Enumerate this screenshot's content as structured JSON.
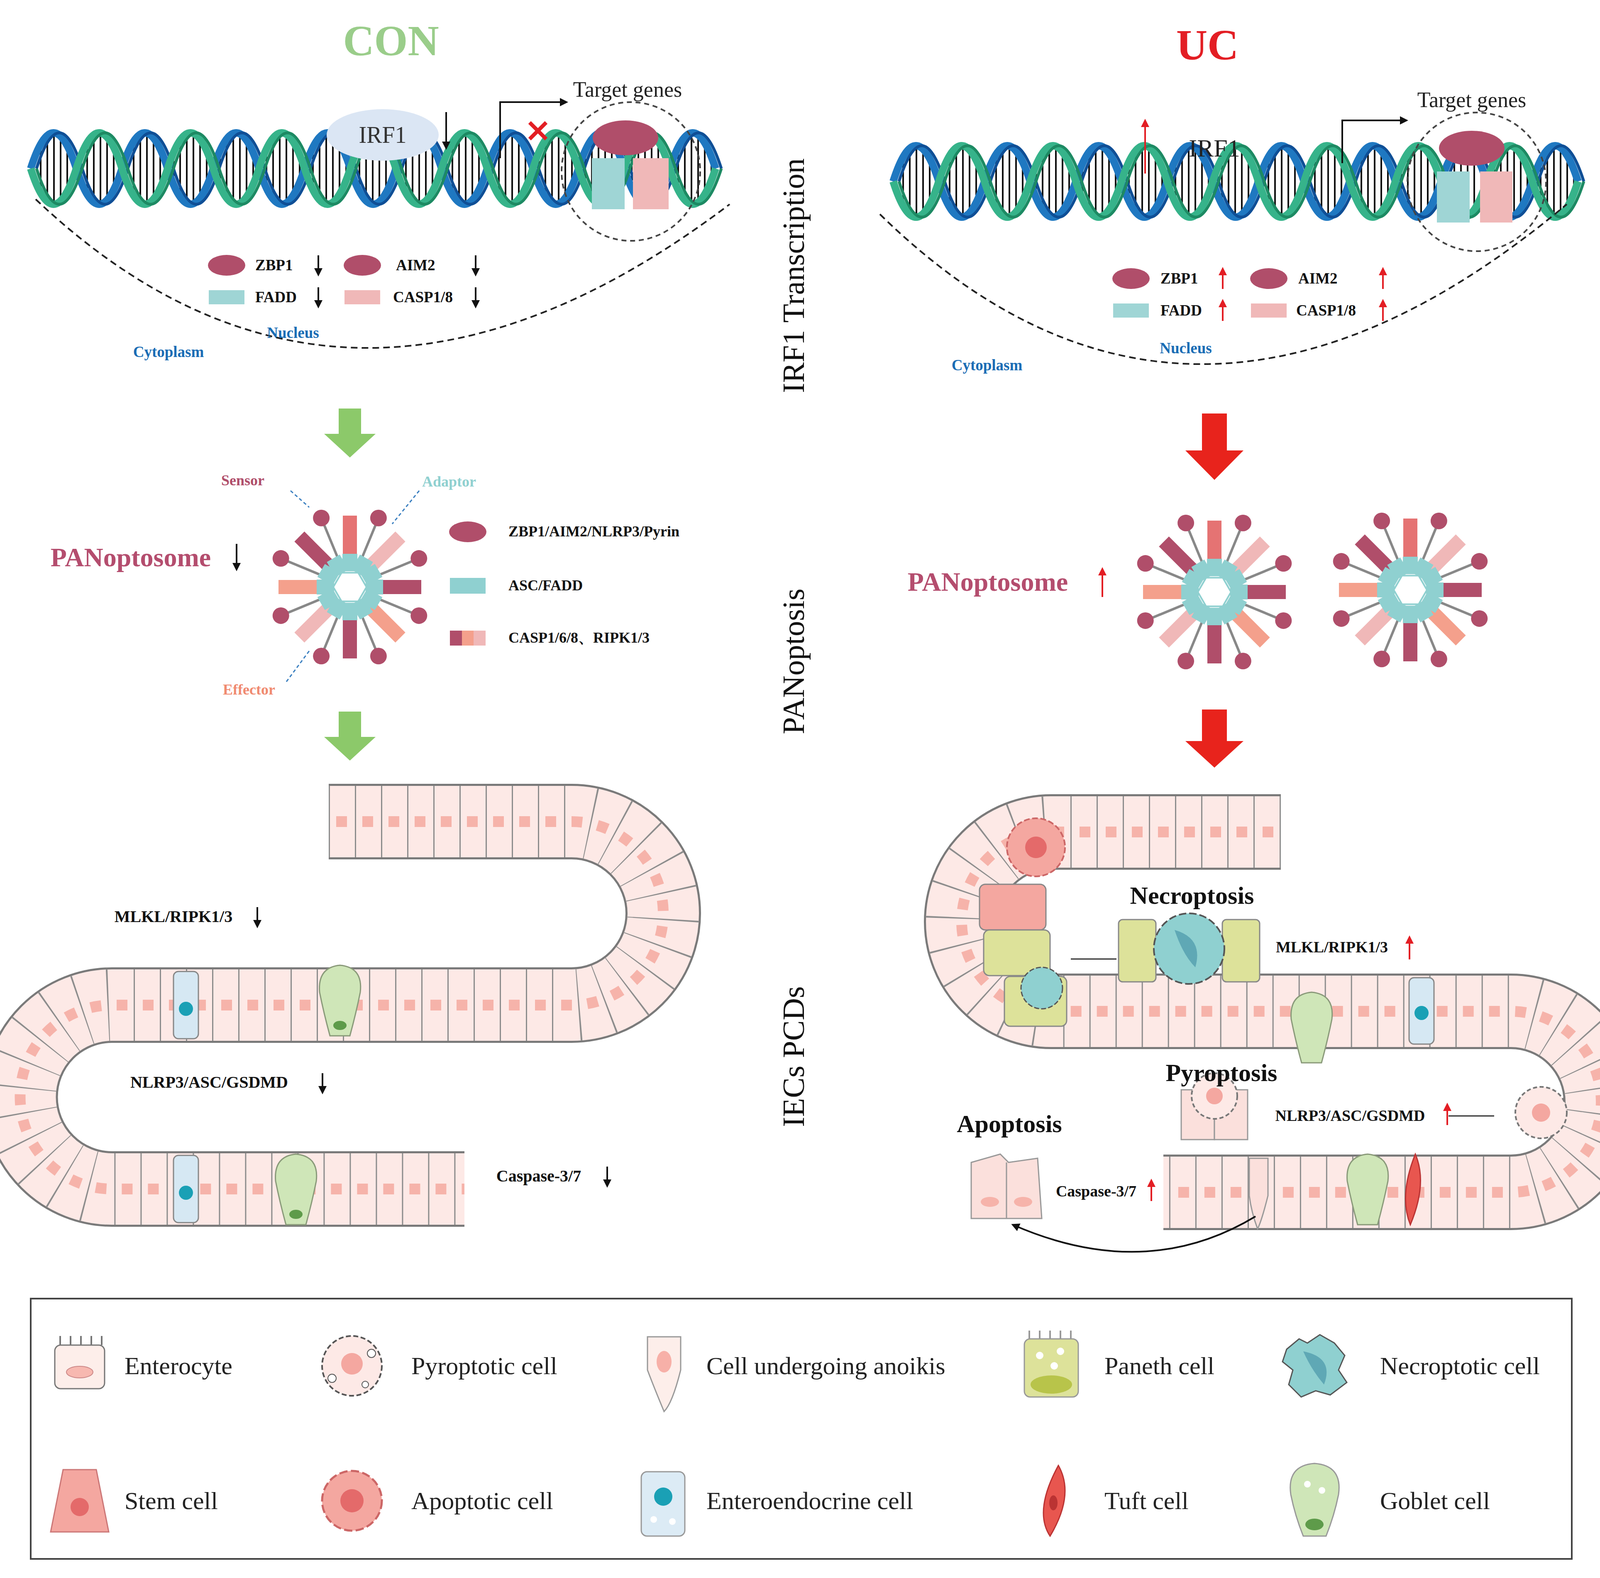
{
  "diagram": {
    "nodes": [
      {
        "text": [
          "IRF1"
        ]
      }
    ],
    "labels": [
      "CON",
      "UC",
      "Target genes",
      "ZBP1",
      "AIM2",
      "FADD",
      "CASP1/8",
      "Nucleus",
      "Cytoplasm",
      "IRF1",
      "Target genes",
      "ZBP1",
      "AIM2",
      "FADD",
      "CASP1/8",
      "Nucleus",
      "Cytoplasm",
      "IRF1 Transcription",
      "Sensor",
      "Adaptor",
      "PANoptosome",
      "ZBP1/AIM2/NLRP3/Pyrin",
      "ASC/FADD",
      "CASP1/6/8、RIPK1/3",
      "Effector",
      "PANoptosis",
      "PANoptosome",
      "MLKL/RIPK1/3",
      "NLRP3/ASC/GSDMD",
      "Caspase-3/7",
      "IECs PCDs",
      "Necroptosis",
      "MLKL/RIPK1/3",
      "Pyroptosis",
      "NLRP3/ASC/GSDMD",
      "Apoptosis",
      "Caspase-3/7"
    ],
    "legend": [
      {
        "text": "Enterocyte"
      },
      {
        "text": "Pyroptotic cell"
      },
      {
        "text": "Cell undergoing anoikis"
      },
      {
        "text": "Paneth cell"
      },
      {
        "text": "Necroptotic cell"
      },
      {
        "text": "Stem cell"
      },
      {
        "text": "Apoptotic cell"
      },
      {
        "text": "Enteroendocrine cell"
      },
      {
        "text": "Tuft cell"
      },
      {
        "text": "Goblet cell"
      }
    ]
  }
}
